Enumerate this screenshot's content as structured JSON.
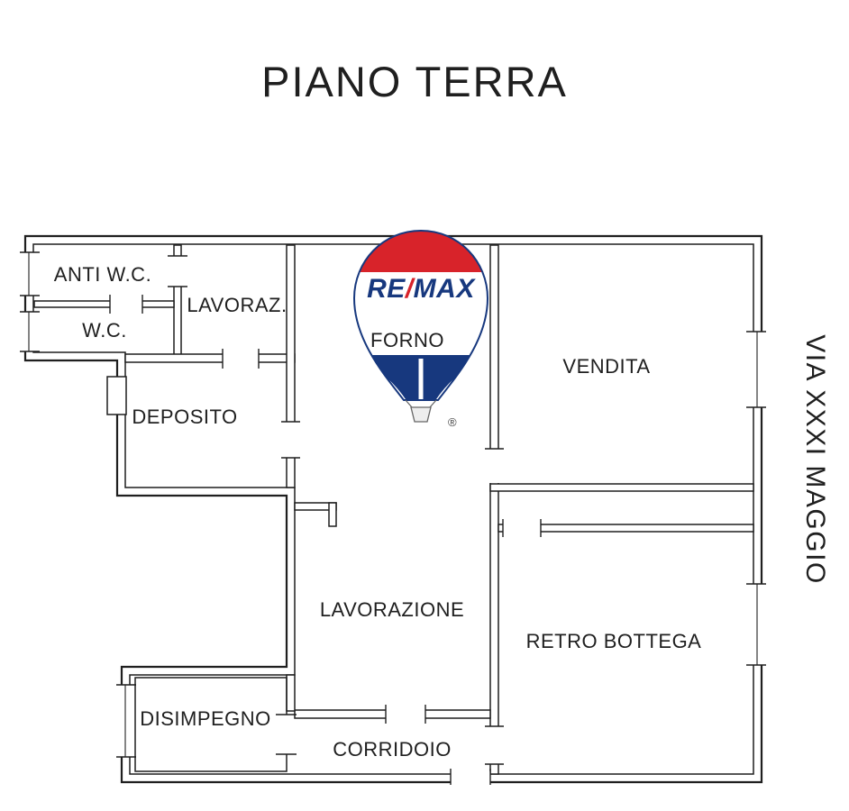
{
  "title": "PIANO TERRA",
  "street": "VIA XXXI MAGGIO",
  "rooms": {
    "anti_wc": "ANTI W.C.",
    "wc": "W.C.",
    "lavoraz": "LAVORAZ.",
    "forno": "FORNO",
    "vendita": "VENDITA",
    "deposito": "DEPOSITO",
    "lavorazione": "LAVORAZIONE",
    "retro_bottega": "RETRO BOTTEGA",
    "disimpegno": "DISIMPEGNO",
    "corridoio": "CORRIDOIO"
  },
  "logo": {
    "brand": "RE/MAX",
    "re": "RE",
    "slash": "/",
    "max": "MAX",
    "registered": "®",
    "colors": {
      "red": "#D8232A",
      "blue": "#17387E",
      "white": "#FFFFFF"
    }
  },
  "colors": {
    "line": "#1f1f1f",
    "background": "#FFFFFF"
  }
}
